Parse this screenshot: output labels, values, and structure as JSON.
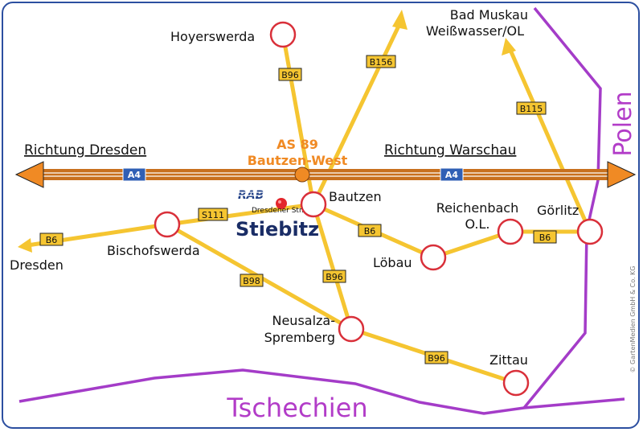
{
  "cities": {
    "hoyerswerda": "Hoyerswerda",
    "bautzen": "Bautzen",
    "bischofswerda": "Bischofswerda",
    "dresden": "Dresden",
    "loebau": "Löbau",
    "reichenbach_line1": "Reichenbach",
    "reichenbach_line2": "O.L.",
    "goerlitz": "Görlitz",
    "neusalza_line1": "Neusalza-",
    "neusalza_line2": "Spremberg",
    "zittau": "Zittau",
    "bad_muskau": "Bad Muskau",
    "weisswasser": "Weißwasser/OL"
  },
  "directions": {
    "west": "Richtung Dresden",
    "east": "Richtung Warschau"
  },
  "autobahn": {
    "name_west": "A4",
    "name_east": "A4",
    "exit_line1": "AS 89",
    "exit_line2": "Bautzen-West"
  },
  "roads": {
    "b96_north": "B96",
    "b156": "B156",
    "b115": "B115",
    "s111": "S111",
    "b6_west": "B6",
    "b6_mid": "B6",
    "b6_east": "B6",
    "b98": "B98",
    "b96_south": "B96",
    "b96_zittau": "B96"
  },
  "destination": {
    "logo": "RAB",
    "street": "Dresdener Str.",
    "name": "Stiebitz"
  },
  "countries": {
    "poland": "Polen",
    "czech": "Tschechien"
  },
  "copyright": "© GartenMedien GmbH & Co. KG",
  "colors": {
    "road": "#f5c531",
    "autobahn": "#c8701e",
    "border": "#a43cc8",
    "city_ring": "#d9303a",
    "exit": "#f08a24",
    "frame": "#2c4fa0"
  }
}
